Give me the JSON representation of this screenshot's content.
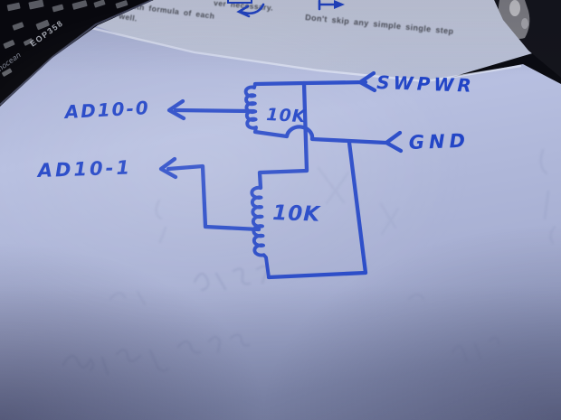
{
  "circuit": {
    "power_label": "SWPWR",
    "ground_label": "GND",
    "adio0_label": "AD10-0",
    "adio1_label": "AD10-1",
    "resistor1_value": "10K",
    "resistor2_value": "10K",
    "ink_color": "#2144c6"
  },
  "printed_sheet": {
    "fragment_1": "it very well.",
    "fragment_2": "with formula of each",
    "fragment_3": "ver necessary.",
    "fragment_4": "Don't skip any simple single step",
    "text_color": "#3e4048"
  },
  "pcb": {
    "brand_text": "enocean",
    "model_text": "EOP358"
  }
}
